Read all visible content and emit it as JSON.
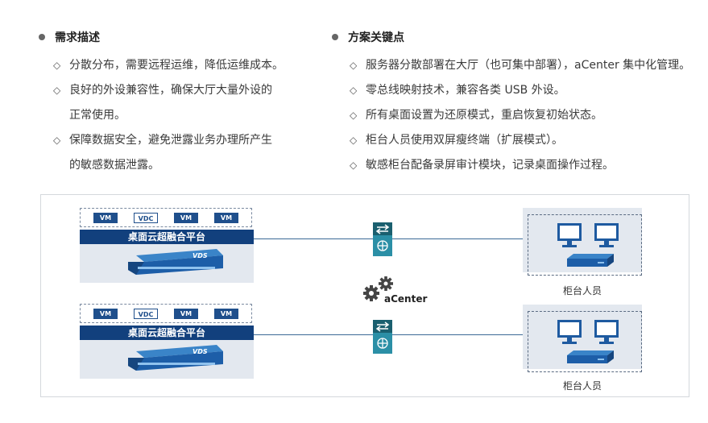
{
  "left_section": {
    "title": "需求描述",
    "items": [
      [
        "分散分布，需要远程运维，降低运维成本。"
      ],
      [
        "良好的外设兼容性，确保大厅大量外设的",
        "正常使用。"
      ],
      [
        "保障数据安全，避免泄露业务办理所产生",
        "的敏感数据泄露。"
      ]
    ]
  },
  "right_section": {
    "title": "方案关键点",
    "items": [
      [
        "服务器分散部署在大厅（也可集中部署），aCenter 集中化管理。"
      ],
      [
        "零总线映射技术，兼容各类 USB 外设。"
      ],
      [
        "所有桌面设置为还原模式，重启恢复初始状态。"
      ],
      [
        "柜台人员使用双屏瘦终端（扩展模式）。"
      ],
      [
        "敏感柜台配备录屏审计模块，记录桌面操作过程。"
      ]
    ]
  },
  "diagram": {
    "platforms": [
      {
        "vms": [
          "VM",
          "VDC",
          "VM",
          "VM"
        ],
        "label": "桌面云超融合平台",
        "server": "VDS"
      },
      {
        "vms": [
          "VM",
          "VDC",
          "VM",
          "VM"
        ],
        "label": "桌面云超融合平台",
        "server": "VDS"
      }
    ],
    "center_label": "aCenter",
    "clients": [
      {
        "label": "柜台人员"
      },
      {
        "label": "柜台人员"
      }
    ],
    "colors": {
      "primary": "#12407d",
      "line": "#3b6a96",
      "panel": "#e3e8ef"
    }
  }
}
